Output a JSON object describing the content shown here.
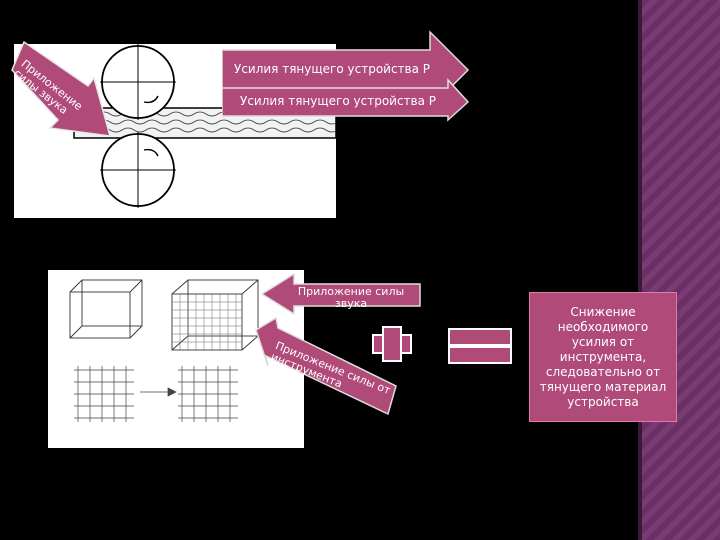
{
  "slide": {
    "arrow_top_label": "Усилия тянущего устройства Р",
    "arrow_mid_label": "Усилия тянущего устройства Р",
    "corner_label": "Приложение силы звука",
    "sound_label": "Приложение силы звука",
    "tool_label": "Приложение силы от инструмента",
    "result_text": "Снижение\nнеобходимого\nусилия от\nинструмента,\nследовательно от\nтянущего материал\nустройства"
  },
  "colors": {
    "accent": "#b04a78",
    "background": "#000000",
    "stripe": "#6a2f63"
  }
}
